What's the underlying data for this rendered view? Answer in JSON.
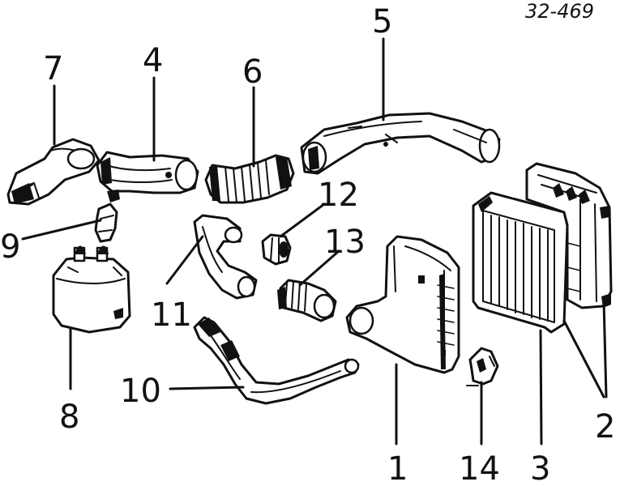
{
  "reference_code": "32-469",
  "callouts": [
    {
      "id": "1",
      "label": "1"
    },
    {
      "id": "2",
      "label": "2"
    },
    {
      "id": "3",
      "label": "3"
    },
    {
      "id": "4",
      "label": "4"
    },
    {
      "id": "5",
      "label": "5"
    },
    {
      "id": "6",
      "label": "6"
    },
    {
      "id": "7",
      "label": "7"
    },
    {
      "id": "8",
      "label": "8"
    },
    {
      "id": "9",
      "label": "9"
    },
    {
      "id": "10",
      "label": "10"
    },
    {
      "id": "11",
      "label": "11"
    },
    {
      "id": "12",
      "label": "12"
    },
    {
      "id": "13",
      "label": "13"
    },
    {
      "id": "14",
      "label": "14"
    }
  ]
}
